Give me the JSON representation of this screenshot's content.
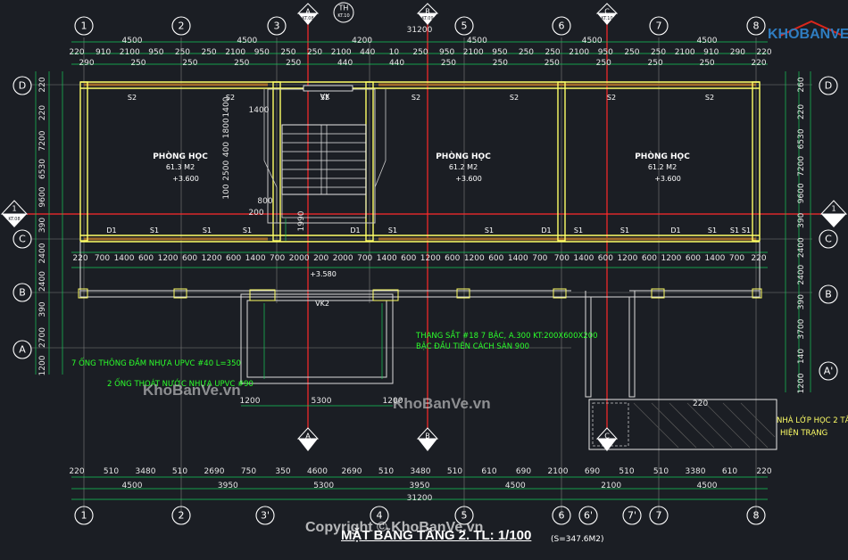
{
  "grid_top": [
    "1",
    "2",
    "3",
    "A",
    "TH",
    "B",
    "5",
    "6",
    "C",
    "7",
    "8"
  ],
  "grid_bottom": [
    "1",
    "2",
    "3'",
    "4",
    "5",
    "6",
    "6'",
    "7'",
    "7",
    "8"
  ],
  "grid_left": [
    "D",
    "C",
    "B",
    "A"
  ],
  "grid_right": [
    "D",
    "C",
    "B",
    "A'"
  ],
  "section_tags": {
    "a": "A",
    "a_ref": "KT.08",
    "th": "TH",
    "th_ref": "KT.10",
    "b": "B",
    "b_ref": "KT.09",
    "c": "C",
    "c_ref": "KT.10",
    "s1": "1",
    "s1_ref": "KT.08"
  },
  "dims_top_overall": "31200",
  "dims_top_bays": [
    "4500",
    "4500",
    "4200",
    "4500",
    "4500",
    "4500"
  ],
  "dims_top_detail": [
    "220",
    "910",
    "2100",
    "950",
    "250",
    "250",
    "2100",
    "950",
    "250",
    "250",
    "2100",
    "440",
    "10",
    "250",
    "950",
    "2100",
    "950",
    "250",
    "250",
    "2100",
    "950",
    "250",
    "250",
    "2100",
    "910",
    "290",
    "220"
  ],
  "dims_top_extra": [
    "290",
    "250",
    "250",
    "250",
    "250",
    "440",
    "440",
    "250",
    "250",
    "250",
    "250",
    "250",
    "250",
    "220"
  ],
  "dims_bottom_detail": [
    "220",
    "510",
    "3480",
    "510",
    "2690",
    "750",
    "350",
    "4600",
    "2690",
    "510",
    "3480",
    "510",
    "610",
    "690",
    "2100",
    "690",
    "510",
    "510",
    "3380",
    "610",
    "220"
  ],
  "dims_bottom_bays": [
    "4500",
    "3950",
    "5300",
    "3950",
    "4500",
    "2100",
    "4500"
  ],
  "dims_bottom_overall": "31200",
  "dims_mid_row": [
    "220",
    "700",
    "1400",
    "600",
    "1200",
    "600",
    "1200",
    "600",
    "1400",
    "700",
    "2000",
    "200",
    "2000",
    "700",
    "1400",
    "600",
    "1200",
    "600",
    "1200",
    "600",
    "1400",
    "700",
    "700",
    "1400",
    "600",
    "1200",
    "600",
    "1200",
    "600",
    "1400",
    "700",
    "220"
  ],
  "dims_left": [
    "220",
    "220",
    "7200",
    "6530",
    "9600",
    "390",
    "2400",
    "2400",
    "390",
    "2700",
    "1200"
  ],
  "dims_right": [
    "260",
    "220",
    "6530",
    "7200",
    "9600",
    "390",
    "2400",
    "2400",
    "390",
    "3700",
    "140",
    "1200"
  ],
  "dims_stair": [
    "1400",
    "1800",
    "400",
    "2500",
    "100",
    "800",
    "200",
    "1990",
    "200",
    "200",
    "1200",
    "5300",
    "1200"
  ],
  "rooms": [
    {
      "name": "PHÒNG HỌC",
      "area": "61.3 M2",
      "level": "+3.600"
    },
    {
      "name": "PHÒNG HỌC",
      "area": "61.2 M2",
      "level": "+3.600"
    },
    {
      "name": "PHÒNG HỌC",
      "area": "61.2 M2",
      "level": "+3.600"
    }
  ],
  "window_tags_top": [
    "S2",
    "S2",
    "S2",
    "S2",
    "S2",
    "S2",
    "S2"
  ],
  "window_tags_mid": [
    "D1",
    "S1",
    "S1",
    "S1",
    "D1",
    "S1",
    "S1",
    "D1",
    "S1",
    "S1",
    "D1",
    "S1",
    "S1",
    "S1"
  ],
  "stair_tags": [
    "VK",
    "VK2"
  ],
  "stair_level": "+3.580",
  "notes": [
    "THANG SẮT #18 7 BẬC, A.300 KT:200X600X200",
    "BẬC ĐẦU TIÊN CÁCH SÀN 900",
    "7 ỐNG THÔNG ĐẦM NHỰA UPVC #40 L=350",
    "2 ỐNG THOÁT NƯỚC NHỰA UPVC #90"
  ],
  "existing_note": [
    "NHÀ LỚP HỌC 2 TẦNG",
    "HIỆN TRẠNG"
  ],
  "existing_dim": "220",
  "title": "MẶT BẰNG TẦNG 2. TL: 1/100",
  "title_area": "(S=347.6M2)",
  "watermarks": [
    "KhoBanVe.vn",
    "KhoBanVe.vn"
  ],
  "copyright": "Copyright © KhoBanVe.vn",
  "logo": "KHOBANVE",
  "colors": {
    "background": "#1b1e24",
    "wall": "#ffff66",
    "grid_line": "#ff2a2a",
    "dim_line": "#16c85a",
    "beam": "#a06a2a",
    "note": "#2bff2b"
  }
}
